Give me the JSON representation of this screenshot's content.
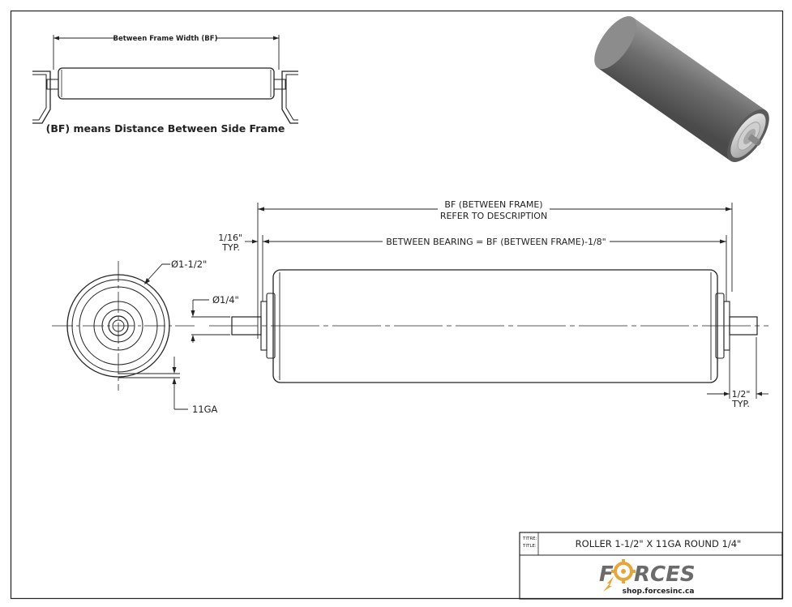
{
  "inset": {
    "dimension_label": "Between Frame Width (BF)",
    "caption": "(BF) means Distance Between Side Frame"
  },
  "dimensions": {
    "between_frame_line1": "BF (BETWEEN FRAME)",
    "between_frame_line2": "REFER TO DESCRIPTION",
    "gap_line1": "1/16\"",
    "gap_line2": "TYP.",
    "between_bearing": "BETWEEN BEARING = BF (BETWEEN FRAME)-1/8\"",
    "outer_diameter": "Ø1-1/2\"",
    "axle_diameter": "Ø1/4\"",
    "wall_gauge": "11GA",
    "axle_ext_line1": "1/2\"",
    "axle_ext_line2": "TYP."
  },
  "title_block": {
    "field_label_1": "TITRE:",
    "field_label_2": "TITLE:",
    "title": "ROLLER 1-1/2\" X 11GA ROUND 1/4\"",
    "logo_text": "FORCES",
    "logo_url": "shop.forcesinc.ca",
    "colors": {
      "logo_main": "#6b6b6b",
      "logo_gear": "#e8a53a"
    }
  }
}
